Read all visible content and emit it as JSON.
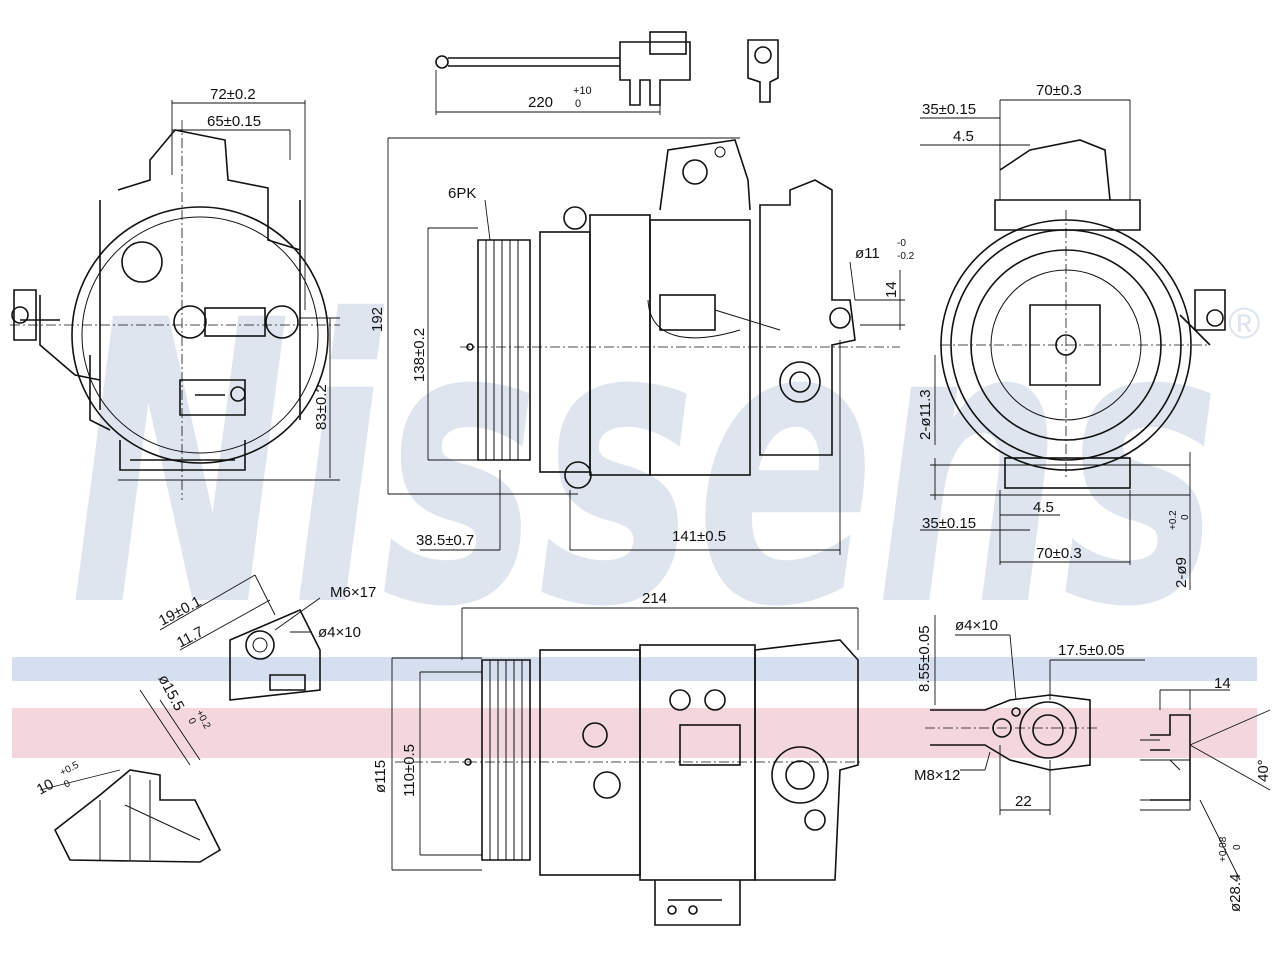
{
  "brand": {
    "watermark": "Nissens",
    "registered_mark": "®",
    "watermark_color": "#dfe5ef",
    "band_blue": "#d6dff0",
    "band_pink": "#f3d7dc"
  },
  "dimensions": {
    "front_width_overall": "72±0.2",
    "front_width_inner": "65±0.15",
    "front_height_lower": "83±0.2",
    "connector_length": "220",
    "connector_tol_upper": "+10",
    "connector_tol_lower": "0",
    "belt": "6PK",
    "overall_height": "192",
    "pulley_dia": "138±0.2",
    "mount_hole": "ø11",
    "mount_hole_tol_upper": "-0",
    "mount_hole_tol_lower": "-0.2",
    "mount_spacing_v": "14",
    "pulley_offset": "38.5±0.7",
    "body_length": "141±0.5",
    "rear_width_top": "70±0.3",
    "rear_inner_top": "35±0.15",
    "rear_ear_top": "4.5",
    "rear_holes": "2-ø11.3",
    "rear_ear_bottom": "4.5",
    "rear_inner_bottom": "35±0.15",
    "rear_width_bottom": "70±0.3",
    "rear_small_holes": "2-ø9",
    "rear_small_holes_tol_upper": "+0.2",
    "rear_small_holes_tol_lower": "0",
    "valve_dim_a": "19±0.1",
    "valve_dim_b": "11.7",
    "valve_bolt": "M6×17",
    "valve_pin": "ø4×10",
    "port_dia": "ø15.5",
    "port_dia_tol_upper": "+0.2",
    "port_dia_tol_lower": "0",
    "port_depth": "10",
    "port_depth_tol_upper": "+0.5",
    "port_depth_tol_lower": "0",
    "side_length": "214",
    "side_pulley_outer": "ø115",
    "side_pulley_inner": "110±0.5",
    "fitting_height": "8.55±0.05",
    "fitting_pin": "ø4×10",
    "fitting_offset": "17.5±0.05",
    "fitting_bolt": "M8×12",
    "fitting_spacing": "22",
    "port_width": "14",
    "port_angle": "40°",
    "port_bore": "ø28.4",
    "port_bore_tol_upper": "+0.08",
    "port_bore_tol_lower": "0"
  }
}
